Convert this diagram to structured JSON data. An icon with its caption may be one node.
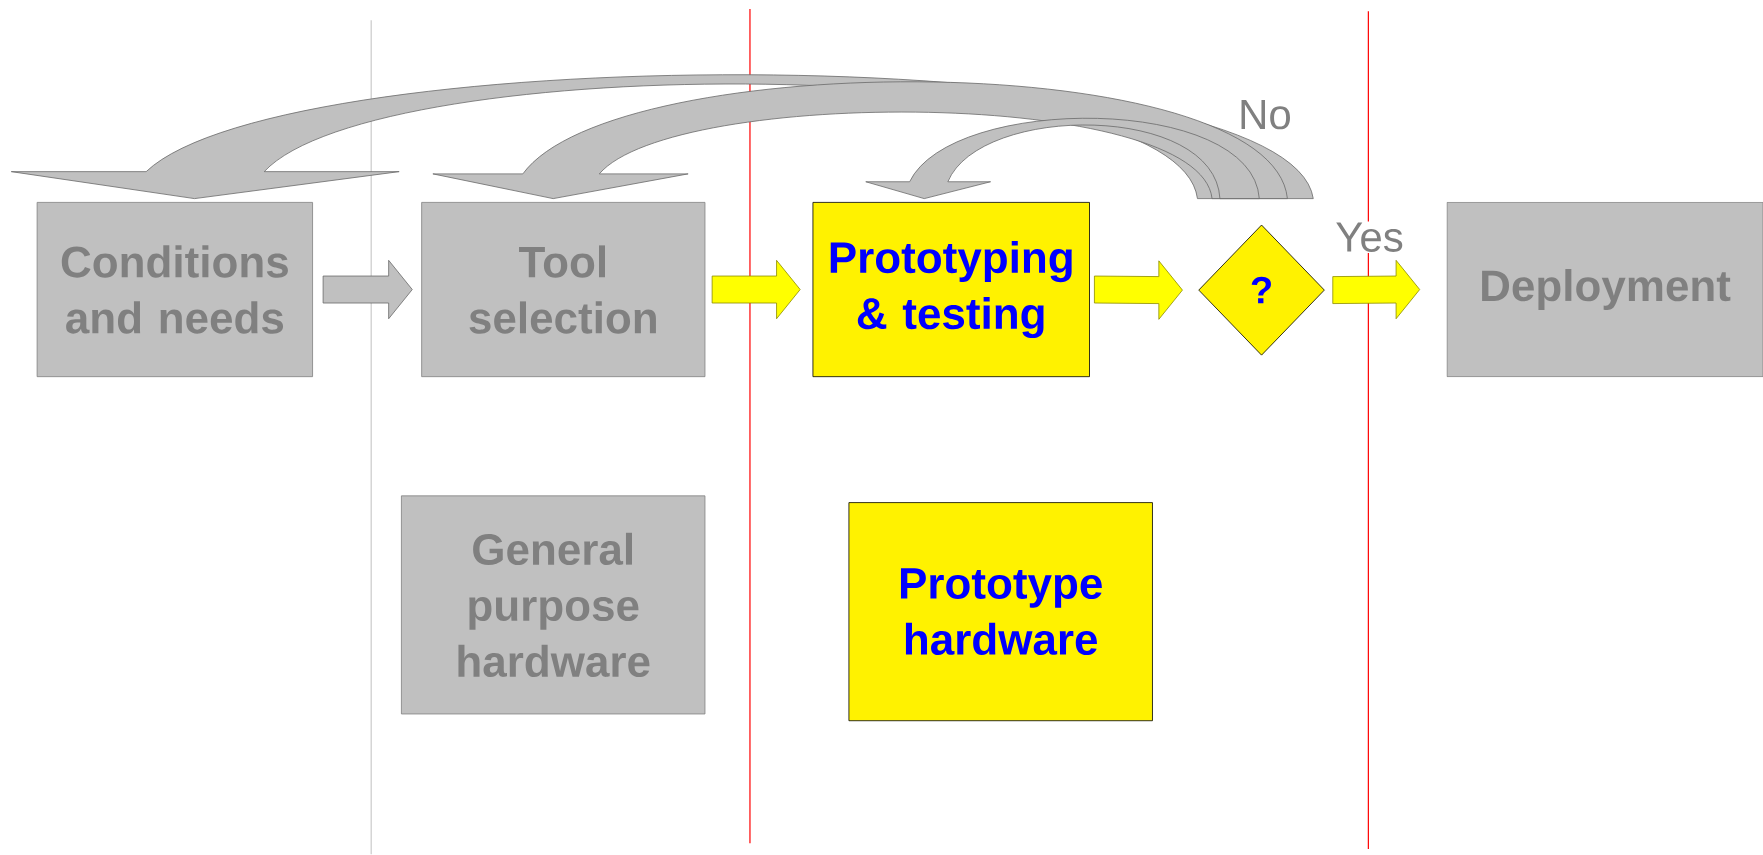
{
  "diagram": {
    "nodes": [
      {
        "text": [
          "Conditions and needs"
        ]
      },
      {
        "text": [
          "Tool selection"
        ]
      },
      {
        "text": [
          "Prototyping & testing"
        ]
      },
      {
        "text": [
          "?"
        ]
      },
      {
        "text": [
          "Deployment"
        ]
      },
      {
        "text": [
          "General purpose hardware"
        ]
      },
      {
        "text": [
          "Prototype hardware"
        ]
      }
    ],
    "edges": [
      {
        "from": 0,
        "to": 1,
        "arrow": "to"
      },
      {
        "from": 1,
        "to": 2,
        "arrow": "to",
        "color": "#ffff00"
      },
      {
        "from": 2,
        "to": 3,
        "arrow": "to",
        "color": "#ffff00"
      },
      {
        "from": 3,
        "to": 4,
        "arrow": "to",
        "label": "Yes",
        "color": "#ffff00"
      },
      {
        "from": 3,
        "to": 0,
        "arrow": "to"
      },
      {
        "from": 3,
        "to": 1,
        "arrow": "to"
      },
      {
        "from": 3,
        "to": 2,
        "arrow": "to",
        "label": "No"
      }
    ]
  }
}
